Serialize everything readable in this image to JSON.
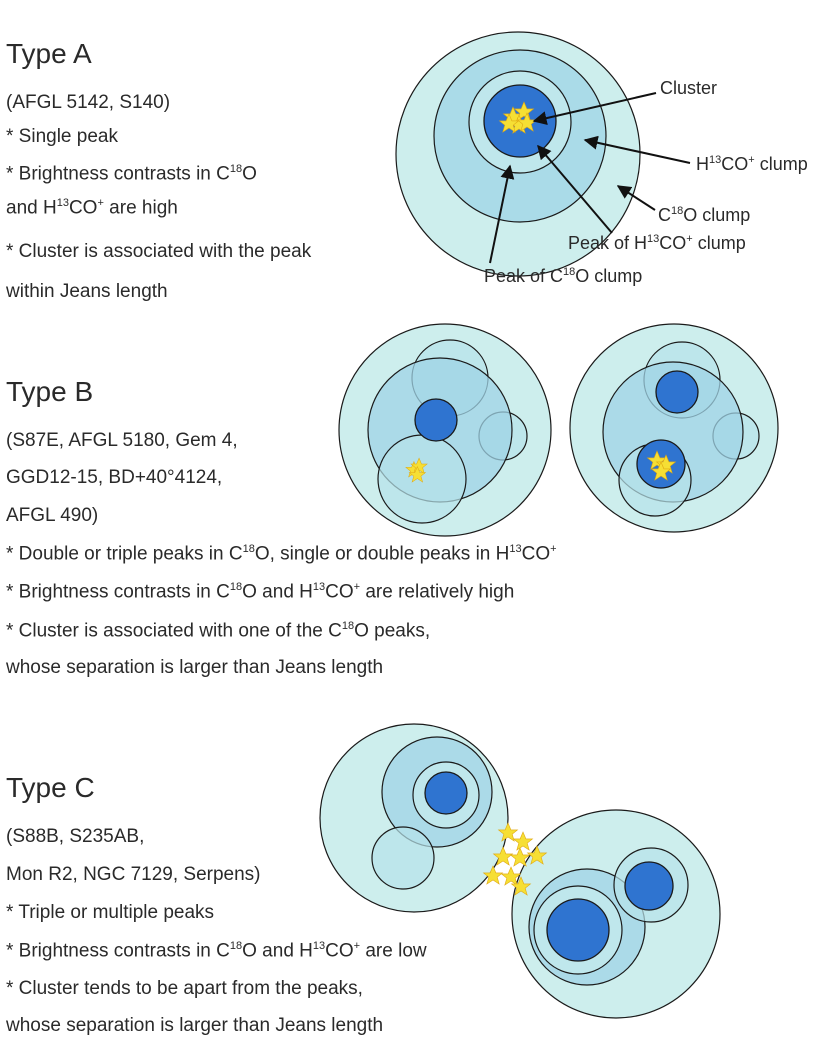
{
  "type_a": {
    "title": "Type A",
    "lines": [
      "(AFGL 5142, S140)",
      "* Single peak",
      "* Brightness contrasts in C18O",
      "and H13CO+ are high",
      "* Cluster is associated with the peak",
      "within Jeans length"
    ],
    "labels": {
      "cluster": "Cluster",
      "h13co_clump": "H13CO+ clump",
      "c18o_clump": "C18O clump",
      "peak_h13co": "Peak of H13CO+ clump",
      "peak_c18o": "Peak of C18O clump"
    }
  },
  "type_b": {
    "title": "Type B",
    "lines": [
      "(S87E, AFGL 5180, Gem 4,",
      "GGD12-15, BD+40°4124,",
      "AFGL 490)",
      "* Double or triple peaks in C18O, single or double peaks in H13CO+",
      "* Brightness contrasts in C18O and H13CO+ are relatively high",
      "* Cluster is associated with one of the C18O peaks,",
      "whose separation is larger than Jeans length"
    ]
  },
  "type_c": {
    "title": "Type C",
    "lines": [
      "(S88B, S235AB,",
      "Mon R2, NGC 7129, Serpens)",
      "* Triple or multiple peaks",
      "* Brightness contrasts in C18O and H13CO+ are low",
      "* Cluster tends to be apart from the peaks,",
      "whose separation is larger than Jeans length"
    ]
  },
  "colors": {
    "outer": "#cdeeed",
    "mid": "#a3d7e6",
    "core": "#2f74d0",
    "star": "#f6df34"
  }
}
